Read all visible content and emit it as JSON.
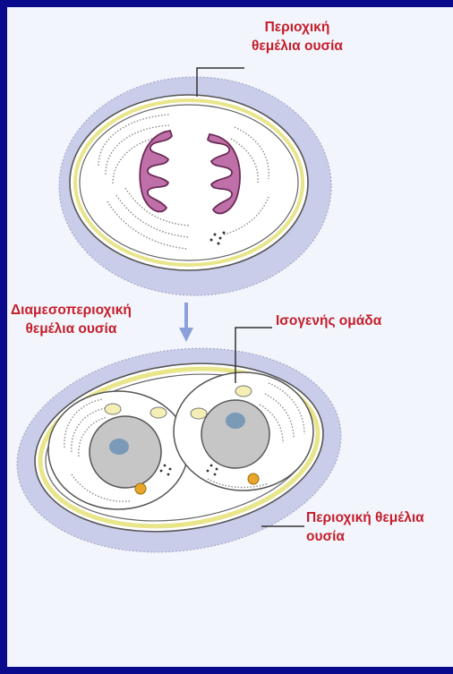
{
  "labels": {
    "top_matrix": [
      "Περιοχική",
      "θεμέλια ουσία"
    ],
    "interterritorial_matrix": [
      "Διαμεσοπεριοχική",
      "θεμέλια ουσία"
    ],
    "isogenous_group": "Ισογενής ομάδα",
    "bottom_matrix": [
      "Περιοχική θεμέλια",
      "ουσία"
    ]
  },
  "colors": {
    "frame": "#0a0a8c",
    "background": "#f3f5fc",
    "matrix": "#c9cde9",
    "capsule": "#e8e58a",
    "nucleus_pink": "#c070a8",
    "nucleus_gray": "#c6c6c6",
    "label_red": "#c41e2a",
    "arrow": "#8aa0d8"
  }
}
